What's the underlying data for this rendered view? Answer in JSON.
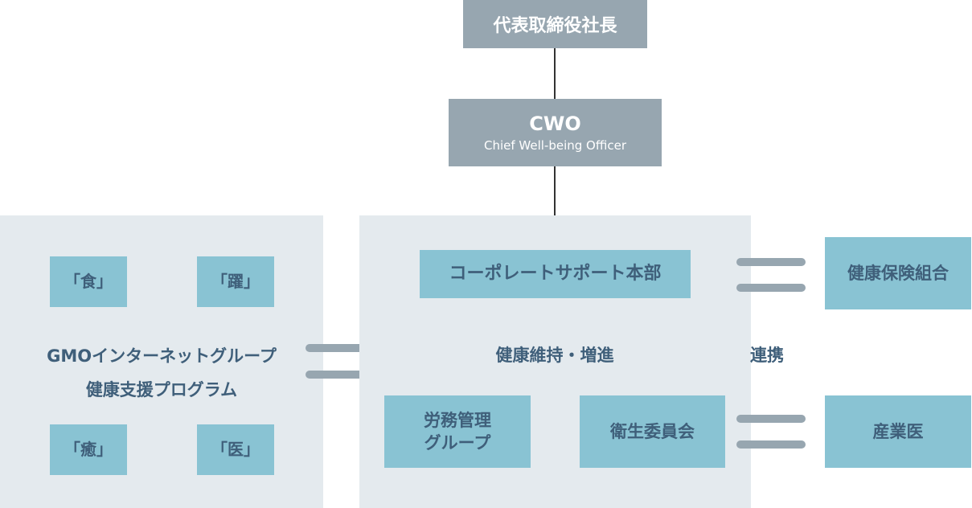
{
  "colors": {
    "panel": "#e4eaee",
    "leader_box": "#97a6b0",
    "unit_box": "#89c3d3",
    "text": "#3f5f7a",
    "connector": "#97a6b0"
  },
  "top": {
    "president": "代表取締役社長"
  },
  "cwo": {
    "title": "CWO",
    "subtitle": "Chief Well-being Officer"
  },
  "program": {
    "pillars": [
      "「食」",
      "「躍」",
      "「癒」",
      "「医」"
    ],
    "name_line1": "GMOインターネットグループ",
    "name_line2": "健康支援プログラム"
  },
  "center": {
    "hq": "コーポレートサポート本部",
    "purpose": "健康維持・増進",
    "labor_line1": "労務管理",
    "labor_line2": "グループ",
    "committee": "衛生委員会"
  },
  "link_label": "連携",
  "external": {
    "insurance": "健康保険組合",
    "doctor": "産業医"
  }
}
